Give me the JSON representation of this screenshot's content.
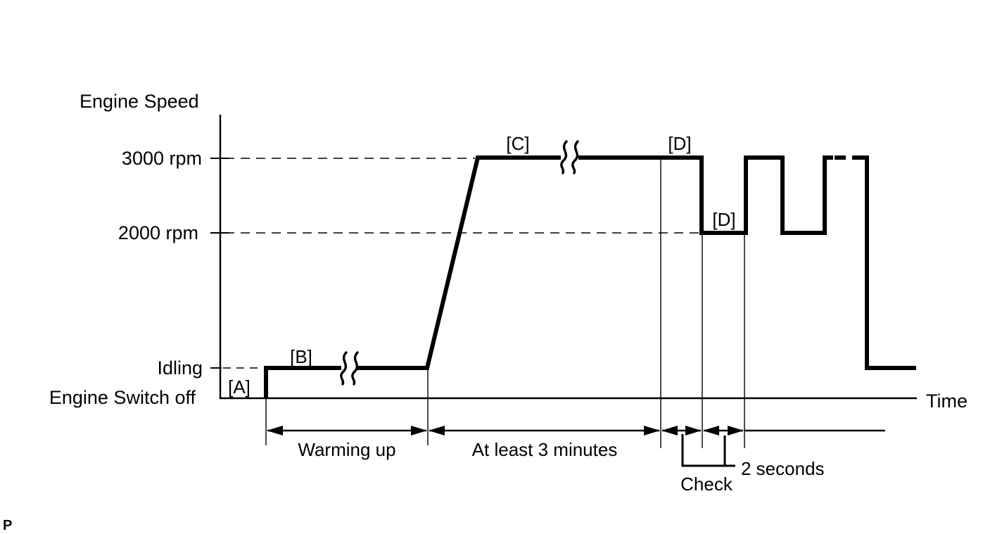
{
  "page_marker": "P",
  "colors": {
    "ink": "#000000",
    "background": "#ffffff"
  },
  "axes": {
    "y_title": "Engine Speed",
    "x_title": "Time",
    "tick_3000": "3000 rpm",
    "tick_2000": "2000 rpm",
    "tick_idling": "Idling",
    "tick_switch_off": "Engine Switch off"
  },
  "curve_labels": {
    "a": "[A]",
    "b": "[B]",
    "c": "[C]",
    "d_high": "[D]",
    "d_low": "[D]"
  },
  "annotations": {
    "warming_up": "Warming up",
    "at_least_3_minutes": "At least 3 minutes",
    "check": "Check",
    "two_seconds": "2 seconds"
  },
  "chart_data": {
    "type": "line",
    "title": "Engine Speed vs Time (engine inspection procedure)",
    "xlabel": "Time",
    "ylabel": "Engine Speed",
    "y_levels": [
      "Engine Switch off",
      "Idling",
      "2000 rpm",
      "3000 rpm"
    ],
    "grid": "dashed reference lines at 3000 rpm, 2000 rpm and Idling",
    "phases": [
      {
        "label": "[A]",
        "level": "Engine Switch off",
        "description": "start point, engine switched off at baseline"
      },
      {
        "label": "[B]",
        "level": "Idling",
        "duration": "Warming up",
        "note": "time-break squiggle indicates compressed time"
      },
      {
        "label": "[C]",
        "level": "3000 rpm",
        "duration": "At least 3 minutes",
        "note": "ramp up from idling, time-break squiggle indicates compressed time"
      },
      {
        "label": "[D]",
        "level": "alternating 3000 rpm and 2000 rpm",
        "segment_duration": "2 seconds",
        "note": "Check performed; pattern repeats (dashed continuation) then returns to Idling"
      }
    ]
  }
}
